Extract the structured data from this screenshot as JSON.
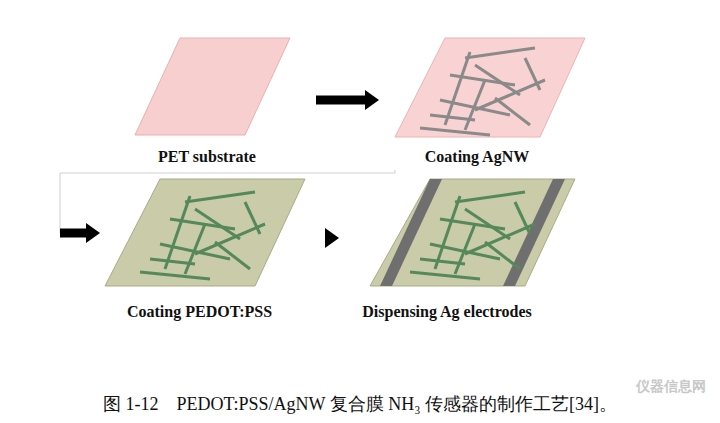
{
  "diagram": {
    "caption": "图 1-12　PEDOT:PSS/AgNW 复合膜 NH₃ 传感器的制作工艺[34]。",
    "nodes": [
      {
        "text": [
          "PET substrate"
        ]
      },
      {
        "text": [
          "Coating AgNW"
        ]
      },
      {
        "text": [
          "Coating PEDOT:PSS"
        ]
      },
      {
        "text": [
          "Dispensing Ag electrodes"
        ]
      }
    ],
    "edges": [
      {
        "from": 0,
        "to": 1,
        "arrow": "to"
      },
      {
        "from": 1,
        "to": 2,
        "arrow": "to"
      },
      {
        "from": 2,
        "to": 3,
        "arrow": "to"
      }
    ],
    "labels": [
      "仪器信息网"
    ]
  }
}
